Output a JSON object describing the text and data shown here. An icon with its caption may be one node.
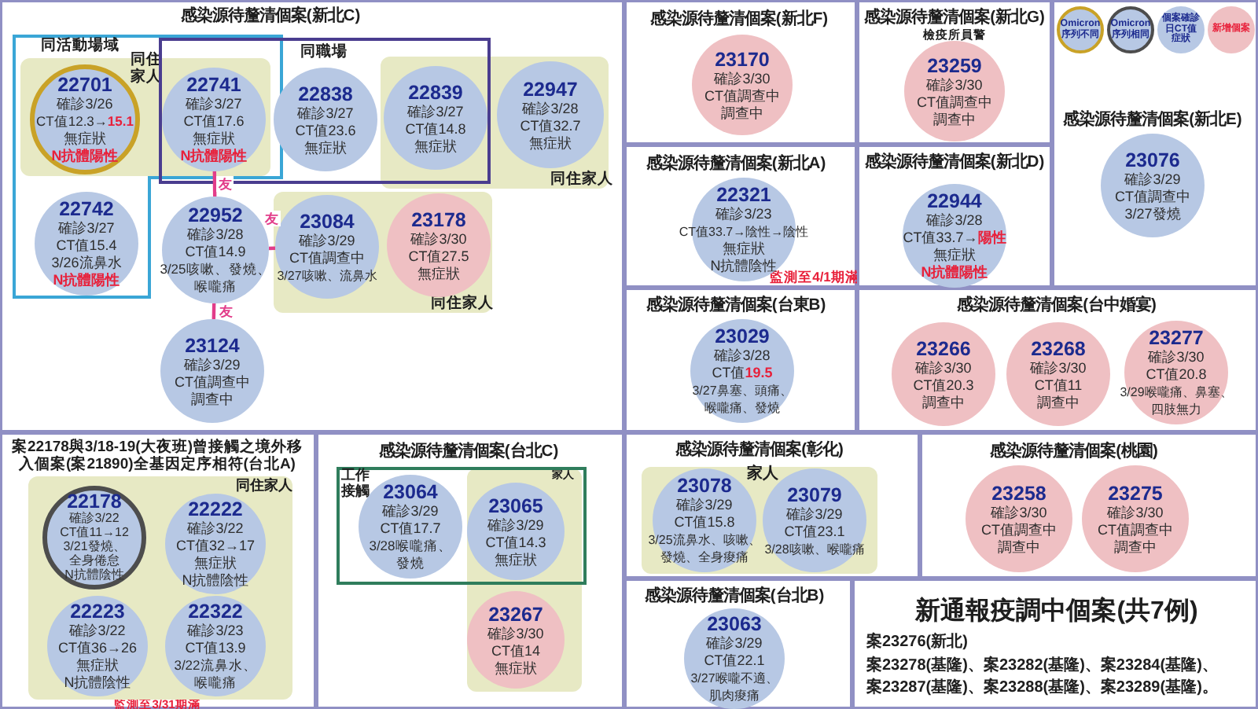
{
  "diagram": {
    "nodes": [
      {
        "text": [
          "感染源待釐清個案(新北C)"
        ]
      },
      {
        "text": [
          "同活動場域"
        ],
        "in": 0
      },
      {
        "text": [
          "同職場"
        ],
        "in": 0
      },
      {
        "text": [
          "同住家人"
        ],
        "in": 1
      },
      {
        "text": [
          "22701",
          "確診3/26",
          "CT值12.3→**15.1**",
          "無症狀",
          "N抗體陽性"
        ],
        "in": 3
      },
      {
        "text": [
          "22741",
          "確診3/27",
          "CT值17.6",
          "無症狀",
          "N抗體陽性"
        ]
      },
      {
        "text": [
          "22838",
          "確診3/27",
          "CT值23.6",
          "無症狀"
        ],
        "in": 2
      },
      {
        "text": [
          "同住家人"
        ],
        "in": 0
      },
      {
        "text": [
          "22839",
          "確診3/27",
          "CT值14.8",
          "無症狀"
        ]
      },
      {
        "text": [
          "22947",
          "確診3/28",
          "CT值32.7",
          "無症狀"
        ],
        "in": 7
      },
      {
        "text": [
          "22742",
          "確診3/27",
          "CT值15.4",
          "3/26流鼻水",
          "N抗體陽性"
        ],
        "in": 1
      },
      {
        "text": [
          "22952",
          "確診3/28",
          "CT值14.9",
          "3/25咳嗽、發燒、喉嚨痛"
        ],
        "in": 0
      },
      {
        "text": [
          "同住家人"
        ],
        "in": 0
      },
      {
        "text": [
          "23084",
          "確診3/29",
          "CT值調查中",
          "3/27咳嗽、流鼻水"
        ],
        "in": 12
      },
      {
        "text": [
          "23178",
          "確診3/30",
          "CT值27.5",
          "無症狀"
        ],
        "in": 12
      },
      {
        "text": [
          "23124",
          "確診3/29",
          "CT值調查中",
          "調查中"
        ],
        "in": 0
      },
      {
        "text": [
          "感染源待釐清個案(新北F)"
        ]
      },
      {
        "text": [
          "23170",
          "確診3/30",
          "CT值調查中",
          "調查中"
        ],
        "in": 16
      },
      {
        "text": [
          "感染源待釐清個案(新北G)",
          "檢疫所員警"
        ]
      },
      {
        "text": [
          "23259",
          "確診3/30",
          "CT值調查中",
          "調查中"
        ],
        "in": 18
      },
      {
        "text": [
          "感染源待釐清個案(新北E)"
        ]
      },
      {
        "text": [
          "23076",
          "確診3/29",
          "CT值調查中",
          "3/27發燒"
        ],
        "in": 20
      },
      {
        "text": [
          "感染源待釐清個案(新北A)",
          "監測至4/1期滿"
        ]
      },
      {
        "text": [
          "22321",
          "確診3/23",
          "CT值33.7→陰性→陰性",
          "無症狀",
          "N抗體陰性"
        ],
        "in": 22
      },
      {
        "text": [
          "感染源待釐清個案(新北D)"
        ]
      },
      {
        "text": [
          "22944",
          "確診3/28",
          "CT值33.7→**陽性**",
          "無症狀",
          "N抗體陽性"
        ],
        "in": 24
      },
      {
        "text": [
          "感染源待釐清個案(台東B)"
        ]
      },
      {
        "text": [
          "23029",
          "確診3/28",
          "CT值**19.5**",
          "3/27鼻塞、頭痛、喉嚨痛、發燒"
        ],
        "in": 26
      },
      {
        "text": [
          "感染源待釐清個案(台中婚宴)"
        ]
      },
      {
        "text": [
          "23266",
          "確診3/30",
          "CT值20.3",
          "調查中"
        ],
        "in": 28
      },
      {
        "text": [
          "23268",
          "確診3/30",
          "CT值11",
          "調查中"
        ],
        "in": 28
      },
      {
        "text": [
          "23277",
          "確診3/30",
          "CT值20.8",
          "3/29喉嚨痛、鼻塞、四肢無力"
        ],
        "in": 28
      },
      {
        "text": [
          "案22178與3/18-19(大夜班)曾接觸之境外移入個案(案21890)全基因定序相符(台北A)",
          "監測至3/31期滿"
        ]
      },
      {
        "text": [
          "同住家人"
        ],
        "in": 32
      },
      {
        "text": [
          "22178",
          "確診3/22",
          "CT值11→12",
          "3/21發燒、全身倦怠",
          "N抗體陰性"
        ],
        "in": 33
      },
      {
        "text": [
          "22222",
          "確診3/22",
          "CT值32→17",
          "無症狀",
          "N抗體陰性"
        ],
        "in": 33
      },
      {
        "text": [
          "22223",
          "確診3/22",
          "CT值36→26",
          "無症狀",
          "N抗體陰性"
        ],
        "in": 33
      },
      {
        "text": [
          "22322",
          "確診3/23",
          "CT值13.9",
          "3/22流鼻水、喉嚨痛"
        ],
        "in": 33
      },
      {
        "text": [
          "感染源待釐清個案(台北C)"
        ]
      },
      {
        "text": [
          "工作接觸"
        ],
        "in": 38
      },
      {
        "text": [
          "家人"
        ],
        "in": 38
      },
      {
        "text": [
          "23064",
          "確診3/29",
          "CT值17.7",
          "3/28喉嚨痛、發燒"
        ],
        "in": 39
      },
      {
        "text": [
          "23065",
          "確診3/29",
          "CT值14.3",
          "無症狀"
        ]
      },
      {
        "text": [
          "23267",
          "確診3/30",
          "CT值14",
          "無症狀"
        ],
        "in": 40
      },
      {
        "text": [
          "感染源待釐清個案(彰化)"
        ]
      },
      {
        "text": [
          "家人"
        ],
        "in": 44
      },
      {
        "text": [
          "23078",
          "確診3/29",
          "CT值15.8",
          "3/25流鼻水、咳嗽、發燒、全身痠痛"
        ],
        "in": 45
      },
      {
        "text": [
          "23079",
          "確診3/29",
          "CT值23.1",
          "3/28咳嗽、喉嚨痛"
        ],
        "in": 45
      },
      {
        "text": [
          "感染源待釐清個案(桃園)"
        ]
      },
      {
        "text": [
          "23258",
          "確診3/30",
          "CT值調查中",
          "調查中"
        ],
        "in": 48
      },
      {
        "text": [
          "23275",
          "確診3/30",
          "CT值調查中",
          "調查中"
        ],
        "in": 48
      },
      {
        "text": [
          "感染源待釐清個案(台北B)"
        ]
      },
      {
        "text": [
          "23063",
          "確診3/29",
          "CT值22.1",
          "3/27喉嚨不適、肌肉痠痛"
        ],
        "in": 51
      },
      {
        "text": [
          "新通報疫調中個案(共7例)",
          "案23276(新北)",
          "案23278(基隆)、案23282(基隆)、案23284(基隆)、案23287(基隆)、案23288(基隆)、案23289(基隆)。"
        ]
      }
    ],
    "edges": [
      {
        "from": 5,
        "to": 11,
        "arrow": "none",
        "label": "友"
      },
      {
        "from": 11,
        "to": 13,
        "arrow": "none",
        "label": "友"
      },
      {
        "from": 11,
        "to": 15,
        "arrow": "none",
        "label": "友"
      }
    ],
    "legend": [
      {
        "text": "Omicron 序列不同",
        "color": "#c9a227"
      },
      {
        "text": "Omicron 序列相同",
        "color": "#4d4d4d"
      },
      {
        "text": "個案確診日CT值症狀",
        "color": "#b7c8e4"
      },
      {
        "text": "新增個案",
        "color": "#efc0c3"
      }
    ]
  }
}
